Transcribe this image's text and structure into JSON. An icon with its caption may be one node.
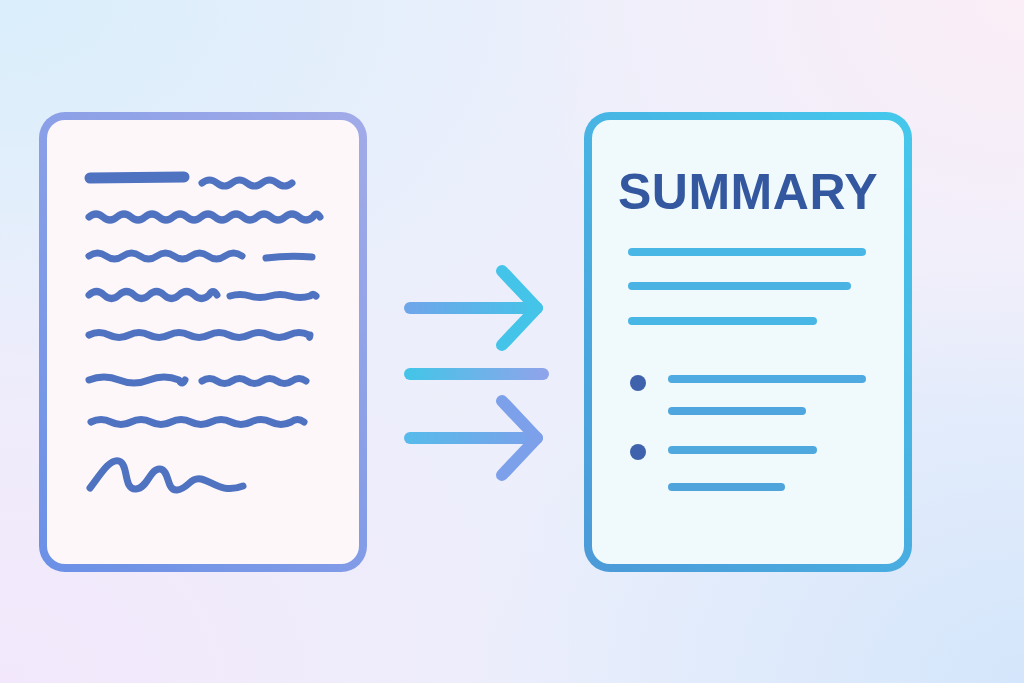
{
  "diagram": {
    "nodes": [
      {
        "text": [],
        "shape": "document"
      },
      {
        "text": [
          "SUMMARY"
        ]
      }
    ],
    "edges": [
      {
        "from": 0,
        "to": 1,
        "arrow": "to"
      },
      {
        "from": 0,
        "to": 1,
        "arrow": "none"
      },
      {
        "from": 0,
        "to": 1,
        "arrow": "to"
      }
    ]
  }
}
